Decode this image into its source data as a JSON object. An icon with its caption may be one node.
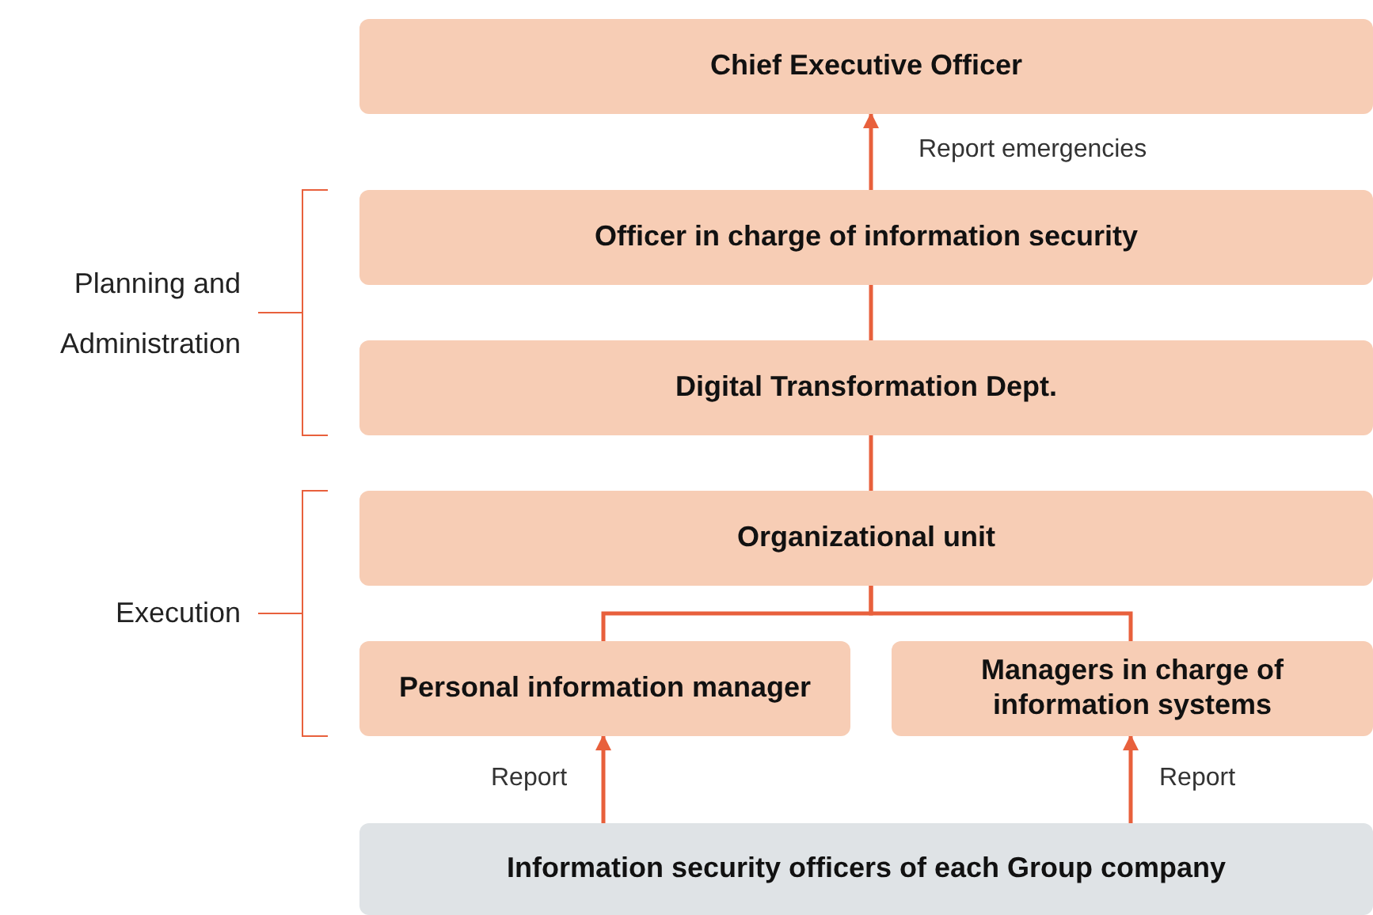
{
  "diagram": {
    "nodes": [
      {
        "text": [
          "Chief Executive Officer"
        ]
      },
      {
        "text": [
          "Officer in charge of information security"
        ]
      },
      {
        "text": [
          "Digital Transformation Dept."
        ]
      },
      {
        "text": [
          "Organizational unit"
        ]
      },
      {
        "text": [
          "Personal information manager"
        ]
      },
      {
        "text": [
          "Managers in charge of information systems"
        ]
      },
      {
        "text": [
          "Information security officers of each Group company"
        ]
      }
    ],
    "edges": [
      {
        "from": 1,
        "to": 0,
        "arrow": "to",
        "label": "Report emergencies"
      },
      {
        "from": 2,
        "to": 1,
        "arrow": "none"
      },
      {
        "from": 3,
        "to": 2,
        "arrow": "none"
      },
      {
        "from": 3,
        "to": 4,
        "arrow": "none"
      },
      {
        "from": 3,
        "to": 5,
        "arrow": "none"
      },
      {
        "from": 6,
        "to": 4,
        "arrow": "to",
        "label": "Report"
      },
      {
        "from": 6,
        "to": 5,
        "arrow": "to",
        "label": "Report"
      }
    ],
    "labels": [
      "Planning and Administration",
      "Execution"
    ]
  }
}
